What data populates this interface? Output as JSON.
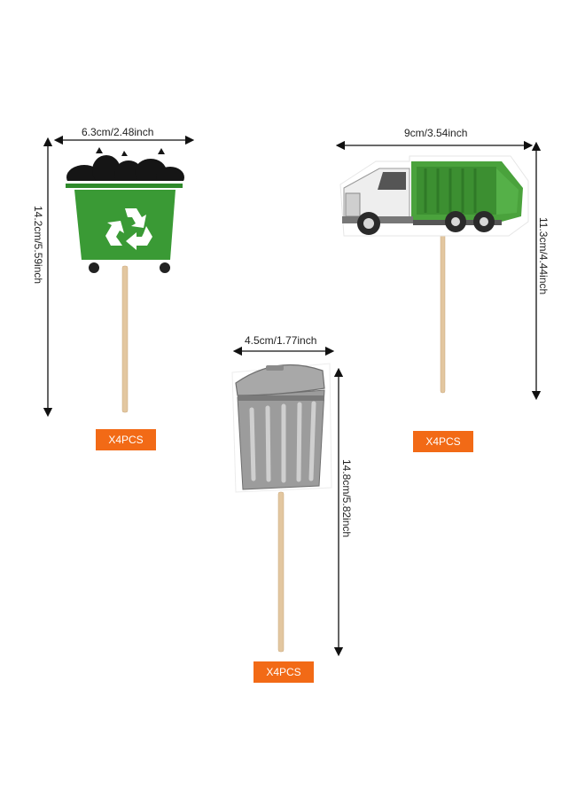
{
  "products": {
    "bin": {
      "width_label": "6.3cm/2.48inch",
      "height_label": "14.2cm/5.59inch",
      "quantity_label": "X4PCS",
      "icon": "recycle-icon",
      "color": "#3a9a35"
    },
    "truck": {
      "width_label": "9cm/3.54inch",
      "height_label": "11.3cm/4.44inch",
      "quantity_label": "X4PCS",
      "color": "#4aa23c"
    },
    "trash_can": {
      "width_label": "4.5cm/1.77inch",
      "height_label": "14.8cm/5.82inch",
      "quantity_label": "X4PCS",
      "color": "#9c9c9c"
    }
  },
  "colors": {
    "badge": "#f26a16",
    "stick": "#e3c7a0",
    "arrow": "#111111"
  }
}
